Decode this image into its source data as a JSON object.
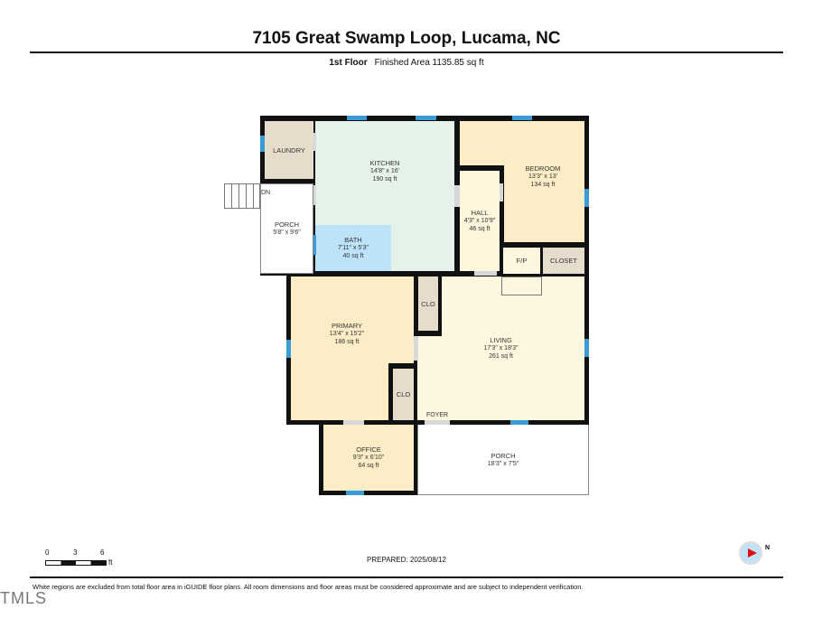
{
  "header": {
    "title": "7105 Great Swamp Loop, Lucama, NC",
    "floor": "1st Floor",
    "finished_area": "Finished Area 1135.85 sq ft"
  },
  "rooms": {
    "laundry": {
      "name": "LAUNDRY"
    },
    "kitchen": {
      "name": "KITCHEN",
      "dims": "14'8\" x 16'",
      "area": "190 sq ft"
    },
    "bedroom": {
      "name": "BEDROOM",
      "dims": "13'3\" x 13'",
      "area": "134 sq ft"
    },
    "hall": {
      "name": "HALL",
      "dims": "4'3\" x 10'9\"",
      "area": "46 sq ft"
    },
    "porch_side": {
      "name": "PORCH",
      "dims": "5'8\" x 9'6\""
    },
    "bath": {
      "name": "BATH",
      "dims": "7'11\" x 5'3\"",
      "area": "40 sq ft"
    },
    "fp": {
      "name": "F/P"
    },
    "closet": {
      "name": "CLOSET"
    },
    "primary": {
      "name": "PRIMARY",
      "dims": "13'4\" x 15'2\"",
      "area": "186 sq ft"
    },
    "clo1": {
      "name": "CLO"
    },
    "clo2": {
      "name": "CLO"
    },
    "living": {
      "name": "LIVING",
      "dims": "17'3\" x 18'3\"",
      "area": "261 sq ft"
    },
    "foyer": {
      "name": "FOYER"
    },
    "office": {
      "name": "OFFICE",
      "dims": "9'3\" x 6'10\"",
      "area": "64 sq ft"
    },
    "porch_front": {
      "name": "PORCH",
      "dims": "18'3\" x 7'5\""
    }
  },
  "stairs": {
    "label": "DN"
  },
  "scale": {
    "ticks": [
      "0",
      "3",
      "6"
    ],
    "unit": "ft"
  },
  "prepared": "PREPARED: 2025/08/12",
  "compass": {
    "label": "N"
  },
  "disclaimer": "White regions are excluded from total floor area in iGUIDE floor plans. All room dimensions and floor areas must be considered approximate and are subject to independent verification.",
  "watermark": "TMLS"
}
